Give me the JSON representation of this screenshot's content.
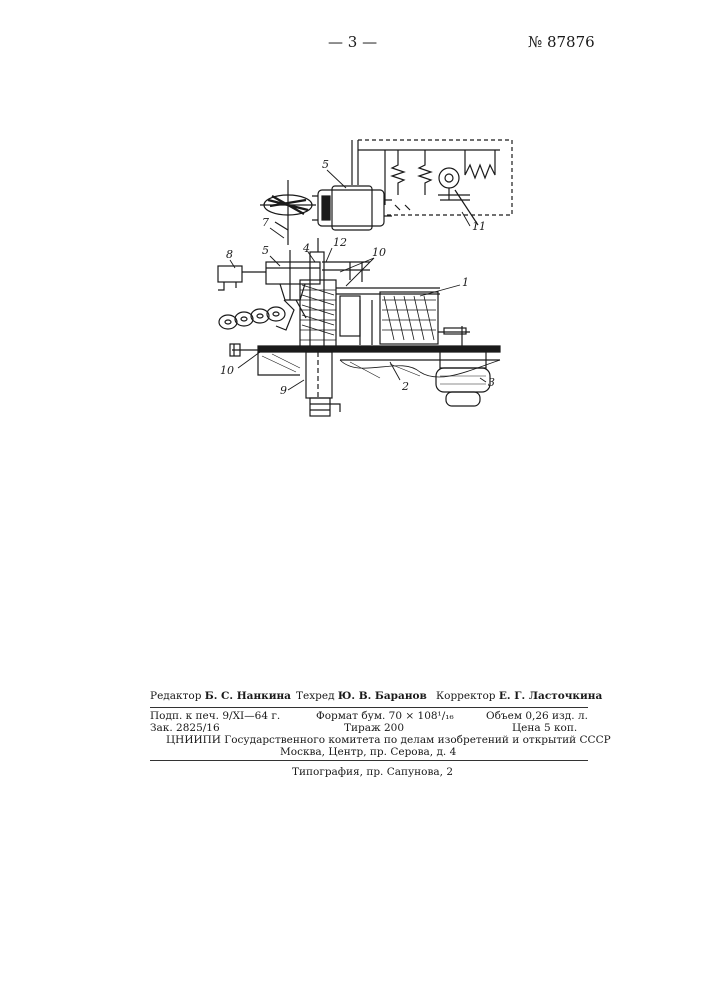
{
  "header": {
    "page_number": "— 3 —",
    "patent_number": "№ 87876"
  },
  "figure": {
    "callouts": [
      "5",
      "7",
      "4",
      "12",
      "10",
      "8",
      "5",
      "1",
      "11",
      "10",
      "9",
      "2",
      "3"
    ]
  },
  "footer": {
    "editor_label": "Редактор",
    "editor_name": "Б. С. Нанкина",
    "techred_label": "Техред",
    "techred_name": "Ю. В. Баранов",
    "corrector_label": "Корректор",
    "corrector_name": "Е. Г. Ласточкина",
    "signed": "Подп. к печ. 9/XI—64 г.",
    "format": "Формат бум. 70 × 108¹/₁₆",
    "volume": "Объем 0,26 изд. л.",
    "order": "Зак. 2825/16",
    "print_run": "Тираж 200",
    "price": "Цена 5 коп.",
    "org_line1": "ЦНИИПИ Государственного комитета по делам изобретений и открытий СССР",
    "org_line2": "Москва, Центр, пр. Серова, д. 4",
    "printing_house": "Типография, пр. Сапунова, 2"
  }
}
